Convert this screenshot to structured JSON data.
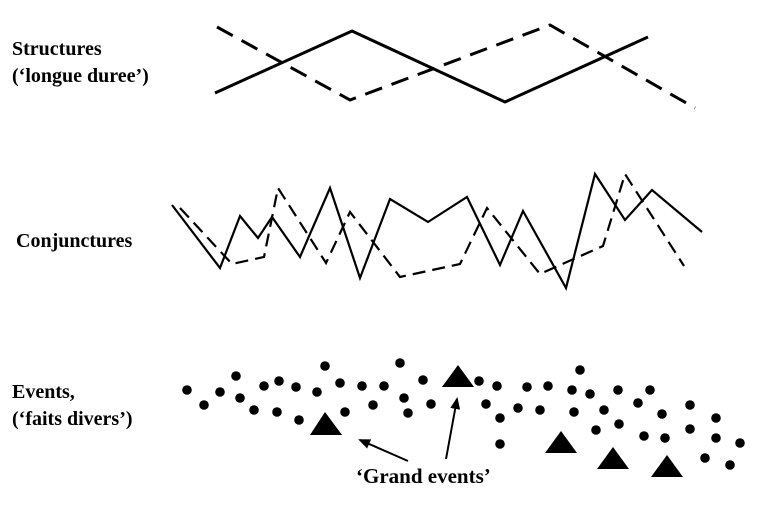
{
  "rows": {
    "structures": {
      "line1": "Structures",
      "line2": "(‘longue duree’)"
    },
    "conjunctures": {
      "line1": "Conjunctures"
    },
    "events": {
      "line1": "Events,",
      "line2": "(‘faits divers’)"
    }
  },
  "annotation": {
    "grand_events": "‘Grand events’"
  },
  "colors": {
    "ink": "#000000",
    "background": "#ffffff"
  }
}
